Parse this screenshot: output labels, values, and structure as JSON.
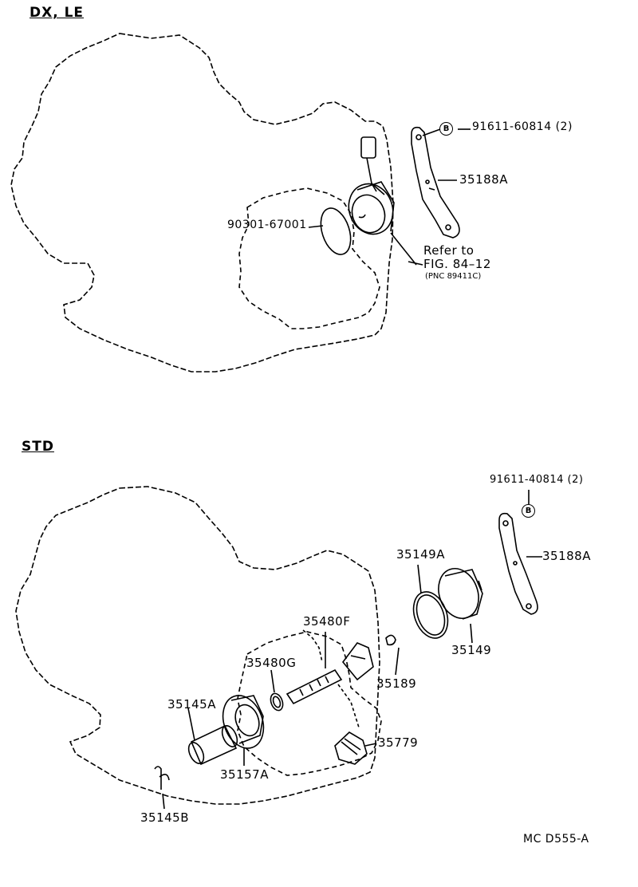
{
  "sections": {
    "top_title": "DX, LE",
    "bottom_title": "STD"
  },
  "top_labels": {
    "bolt_part": "91611-60814 (2)",
    "bracket_part": "35188A",
    "oring_part": "90301-67001",
    "refer_line1": "Refer to",
    "refer_line2": "FIG. 84–12",
    "refer_pnc": "(PNC 89411C)",
    "bolt_marker": "B"
  },
  "bottom_labels": {
    "bolt_part": "91611-40814 (2)",
    "bolt_marker": "B",
    "bracket_part": "35188A",
    "oring_part": "35149A",
    "cover_part": "35149",
    "shaft_part": "35480F",
    "seal_part": "35480G",
    "clip_part": "35189",
    "sleeve_part": "35145A",
    "housing_part": "35157A",
    "gear_part": "35779",
    "pin_part": "35145B"
  },
  "footer": {
    "code": "MC  D555-A"
  }
}
